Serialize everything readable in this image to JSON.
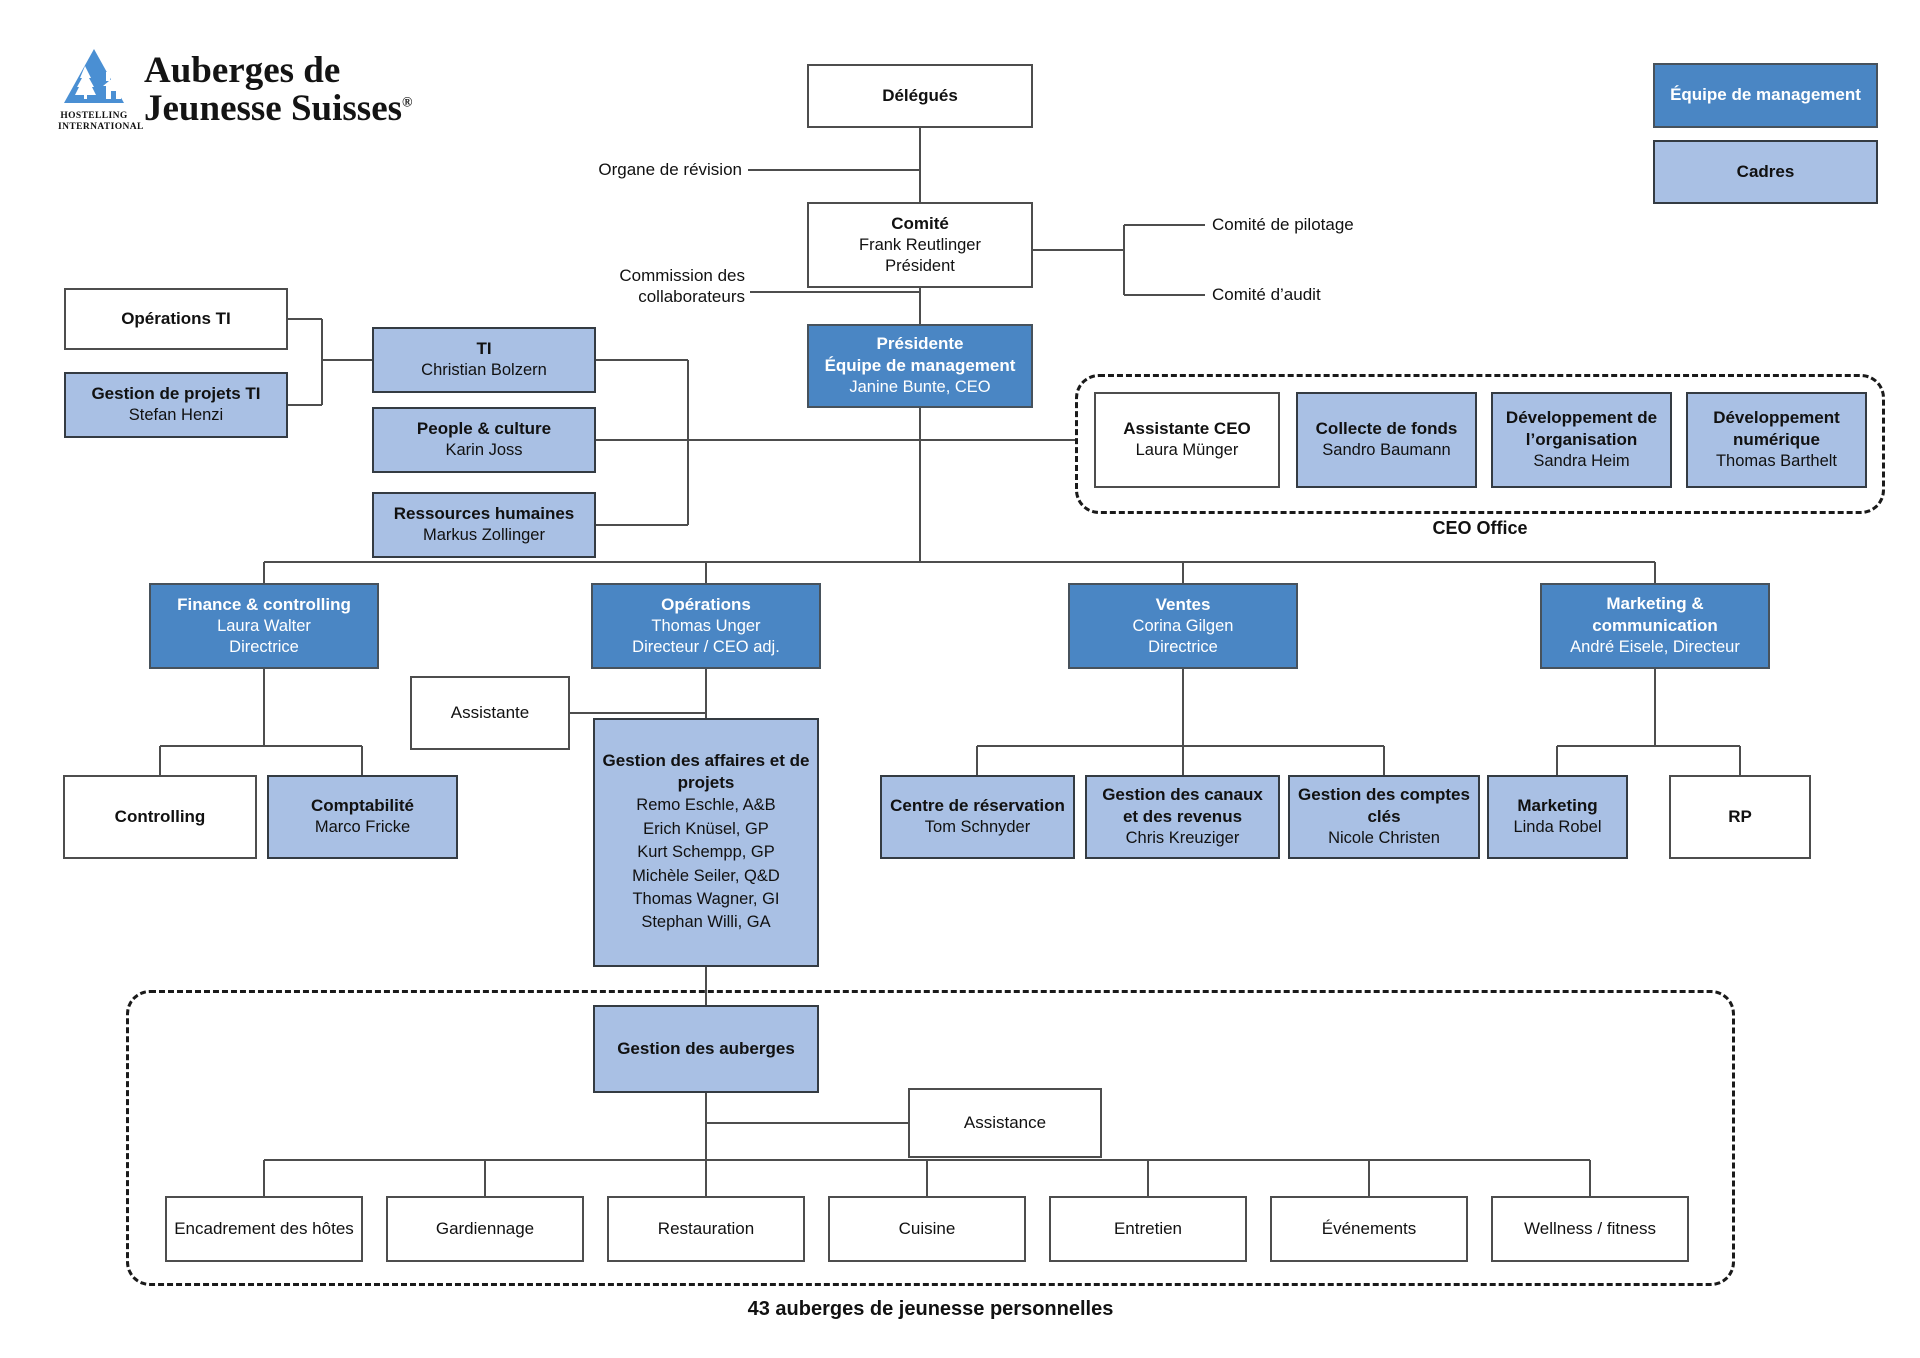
{
  "logo": {
    "line1": "Auberges de",
    "line2": "Jeunesse Suisses",
    "registered": "®",
    "hostelling": "HOSTELLING",
    "international": "INTERNATIONAL"
  },
  "colors": {
    "management": "#4a86c4",
    "cadres": "#a9c0e4",
    "line": "#4d4d4d"
  },
  "legend": {
    "management": "Équipe de management",
    "cadres": "Cadres"
  },
  "annotations": {
    "organe": "Organe de révision",
    "commission": "Commission des collaborateurs",
    "pilotage": "Comité de pilotage",
    "audit": "Comité d’audit",
    "ceo_office": "CEO Office",
    "caption": "43 auberges de jeunesse personnelles"
  },
  "nodes": {
    "delegues": {
      "title": "Délégués"
    },
    "comite": {
      "title": "Comité",
      "name": "Frank Reutlinger",
      "role": "Président"
    },
    "presidente": {
      "title": "Présidente",
      "title2": "Équipe de management",
      "name": "Janine Bunte, CEO"
    },
    "operations_ti": {
      "title": "Opérations TI"
    },
    "gestion_projets_ti": {
      "title": "Gestion de projets TI",
      "name": "Stefan Henzi"
    },
    "ti": {
      "title": "TI",
      "name": "Christian Bolzern"
    },
    "people_culture": {
      "title": "People & culture",
      "name": "Karin Joss"
    },
    "ressources_humaines": {
      "title": "Ressources humaines",
      "name": "Markus Zollinger"
    },
    "assistante_ceo": {
      "title": "Assistante CEO",
      "name": "Laura Münger"
    },
    "collecte_fonds": {
      "title": "Collecte de fonds",
      "name": "Sandro Baumann"
    },
    "dev_organisation": {
      "title": "Développement de l’organisation",
      "name": "Sandra Heim"
    },
    "dev_numerique": {
      "title": "Développement numérique",
      "name": "Thomas Barthelt"
    },
    "finance": {
      "title": "Finance & controlling",
      "name": "Laura Walter",
      "role": "Directrice"
    },
    "operations": {
      "title": "Opérations",
      "name": "Thomas Unger",
      "role": "Directeur / CEO adj."
    },
    "ventes": {
      "title": "Ventes",
      "name": "Corina Gilgen",
      "role": "Directrice"
    },
    "marketing_comm": {
      "title": "Marketing & communication",
      "name": "André Eisele, Directeur"
    },
    "assistante": {
      "title": "Assistante"
    },
    "controlling": {
      "title": "Controlling"
    },
    "comptabilite": {
      "title": "Comptabilité",
      "name": "Marco Fricke"
    },
    "gestion_affaires": {
      "title": "Gestion des affaires et de projets",
      "members": [
        "Remo Eschle, A&B",
        "Erich Knüsel, GP",
        "Kurt Schempp, GP",
        "Michèle Seiler, Q&D",
        "Thomas Wagner, GI",
        "Stephan Willi, GA"
      ]
    },
    "centre_reservation": {
      "title": "Centre de réservation",
      "name": "Tom Schnyder"
    },
    "gestion_canaux": {
      "title": "Gestion des canaux et des revenus",
      "name": "Chris Kreuziger"
    },
    "gestion_comptes": {
      "title": "Gestion des comptes clés",
      "name": "Nicole Christen"
    },
    "marketing": {
      "title": "Marketing",
      "name": "Linda Robel"
    },
    "rp": {
      "title": "RP"
    },
    "gestion_auberges": {
      "title": "Gestion des auberges"
    },
    "assistance": {
      "title": "Assistance"
    },
    "encadrement": {
      "title": "Encadrement des hôtes"
    },
    "gardiennage": {
      "title": "Gardiennage"
    },
    "restauration": {
      "title": "Restauration"
    },
    "cuisine": {
      "title": "Cuisine"
    },
    "entretien": {
      "title": "Entretien"
    },
    "evenements": {
      "title": "Événements"
    },
    "wellness": {
      "title": "Wellness / fitness"
    }
  }
}
